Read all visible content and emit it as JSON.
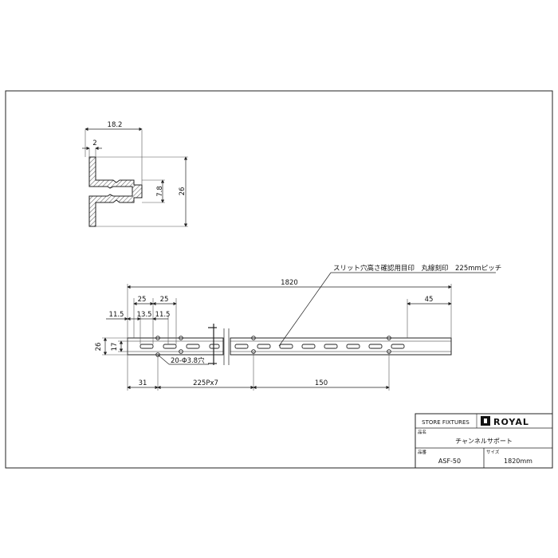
{
  "profile_dims": {
    "width": "18.2",
    "thickness": "2",
    "slot_height": "7.8",
    "height": "26"
  },
  "front_dims": {
    "total_length": "1820",
    "pitch_25_a": "25",
    "pitch_25_b": "25",
    "left_11_5": "11.5",
    "left_13_5": "13.5",
    "left_11_5_b": "11.5",
    "right_45": "45",
    "height_26": "26",
    "height_17": "17",
    "bottom_31": "31",
    "bottom_pitch": "225Px7",
    "bottom_150": "150",
    "hole_note": "20-Φ3.8穴"
  },
  "slit_note": "スリット穴高さ確認用目印　丸線刻印　225mmピッチ",
  "title_block": {
    "store_fixtures": "STORE FIXTURES",
    "brand": "ROYAL",
    "name_label": "品名",
    "name_value": "チャンネルサポート",
    "part_label": "品番",
    "part_value": "ASF-50",
    "size_label": "サイズ",
    "size_value": "1820mm"
  }
}
